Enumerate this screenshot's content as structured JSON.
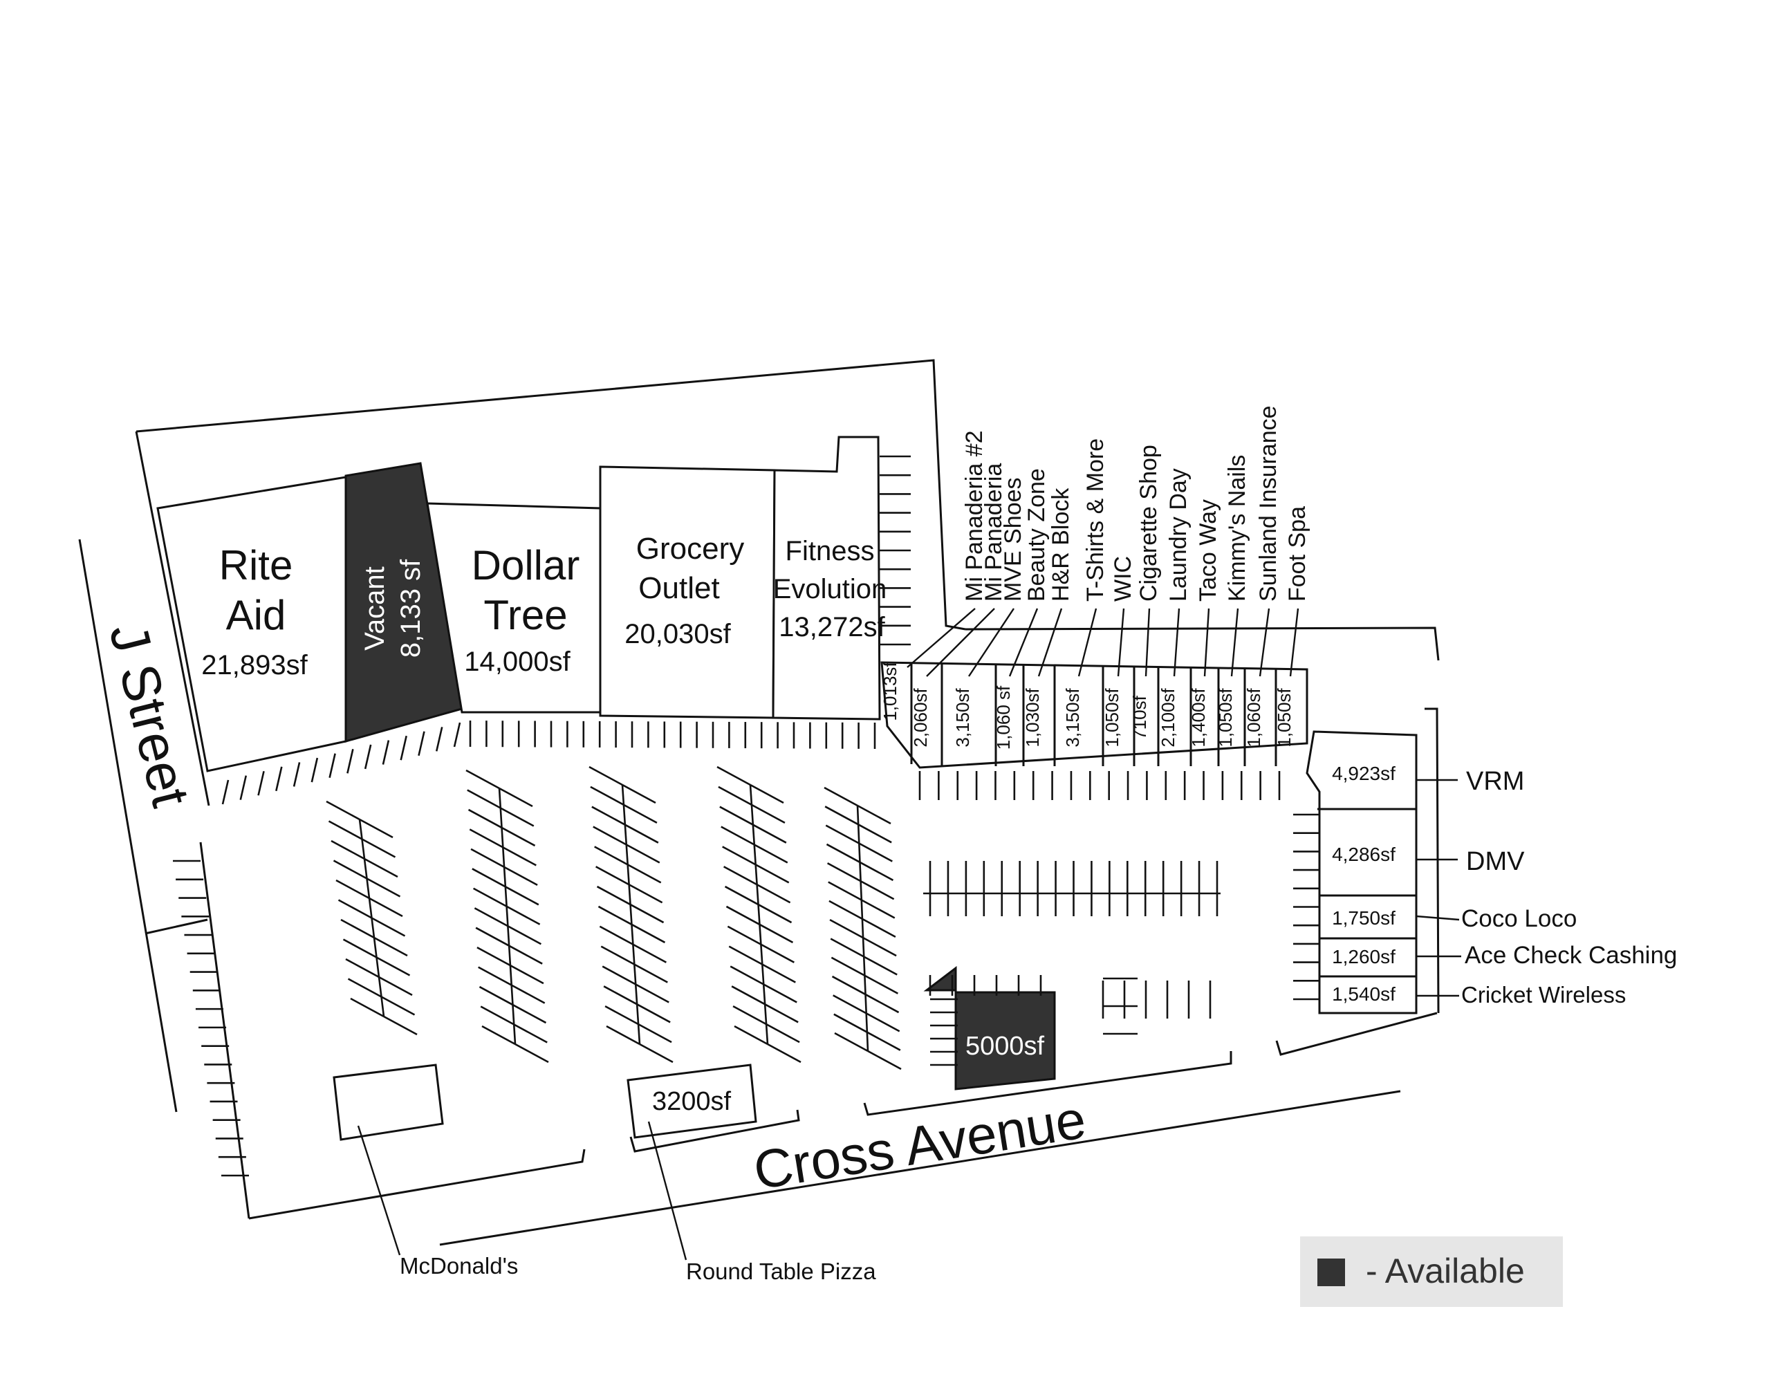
{
  "anchors": [
    {
      "name": "Rite Aid",
      "line1": "Rite",
      "line2": "Aid",
      "area": "21,893sf"
    },
    {
      "name": "Vacant",
      "line1": "Vacant",
      "area": "8,133 sf"
    },
    {
      "name": "Dollar Tree",
      "line1": "Dollar",
      "line2": "Tree",
      "area": "14,000sf"
    },
    {
      "name": "Grocery Outlet",
      "line1": "Grocery",
      "line2": "Outlet",
      "area": "20,030sf"
    },
    {
      "name": "Fitness Evolution",
      "line1": "Fitness",
      "line2": "Evolution",
      "area": "13,272sf"
    }
  ],
  "shops": [
    {
      "tenant": "Mi Panaderia #2",
      "area": "1,013sf"
    },
    {
      "tenant": "Mi Panaderia",
      "area": "2,060sf"
    },
    {
      "tenant": "MVE Shoes",
      "area": "3,150sf"
    },
    {
      "tenant": "Beauty Zone",
      "area": "1,060 sf"
    },
    {
      "tenant": "H&R Block",
      "area": "1,030sf"
    },
    {
      "tenant": "T-Shirts & More",
      "area": "3,150sf"
    },
    {
      "tenant": "WIC",
      "area": "1,050sf"
    },
    {
      "tenant": "Cigarette Shop",
      "area": "710sf"
    },
    {
      "tenant": "Laundry Day",
      "area": "2,100sf"
    },
    {
      "tenant": "Taco Way",
      "area": "1,400sf"
    },
    {
      "tenant": "Kimmy's Nails",
      "area": "1,050sf"
    },
    {
      "tenant": "Sunland Insurance",
      "area": "1,060sf"
    },
    {
      "tenant": "Foot Spa",
      "area": "1,050sf"
    }
  ],
  "east_shops": [
    {
      "tenant": "VRM",
      "area": "4,923sf"
    },
    {
      "tenant": "DMV",
      "area": "4,286sf"
    },
    {
      "tenant": "Coco Loco",
      "area": "1,750sf"
    },
    {
      "tenant": "Ace Check Cashing",
      "area": "1,260sf"
    },
    {
      "tenant": "Cricket Wireless",
      "area": "1,540sf"
    }
  ],
  "pads": {
    "available_pad": "5000sf",
    "pizza_pad": "3200sf",
    "mcdonalds": "McDonald's",
    "round_table": "Round Table Pizza"
  },
  "streets": {
    "west": "J Street",
    "south": "Cross Avenue"
  },
  "legend": {
    "label": "-  Available",
    "available_color": "#333333"
  }
}
